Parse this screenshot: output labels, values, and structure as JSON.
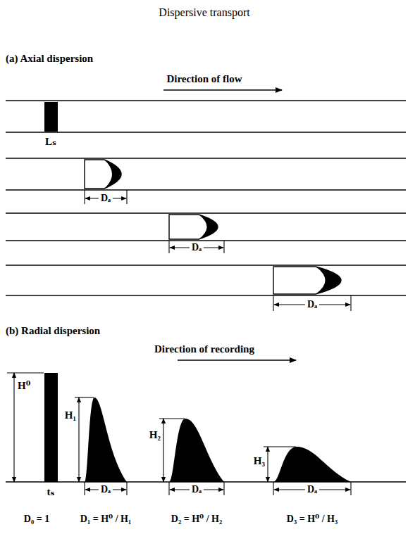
{
  "diagram": {
    "title": "Dispersive transport",
    "labels": [
      "(a) Axial dispersion",
      "Direction of flow",
      "Lₛ",
      "Dₐ",
      "Dₐ",
      "Dₐ",
      "(b) Radial dispersion",
      "Direction of recording",
      "H⁰",
      "H₁",
      "H₂",
      "H₃",
      "tₛ",
      "Dₐ",
      "Dₐ",
      "Dₐ",
      "D₀ = 1",
      "D₁ = H⁰ / H₁",
      "D₂ = H⁰ / H₂",
      "D₃ = H⁰ / H₃"
    ]
  }
}
